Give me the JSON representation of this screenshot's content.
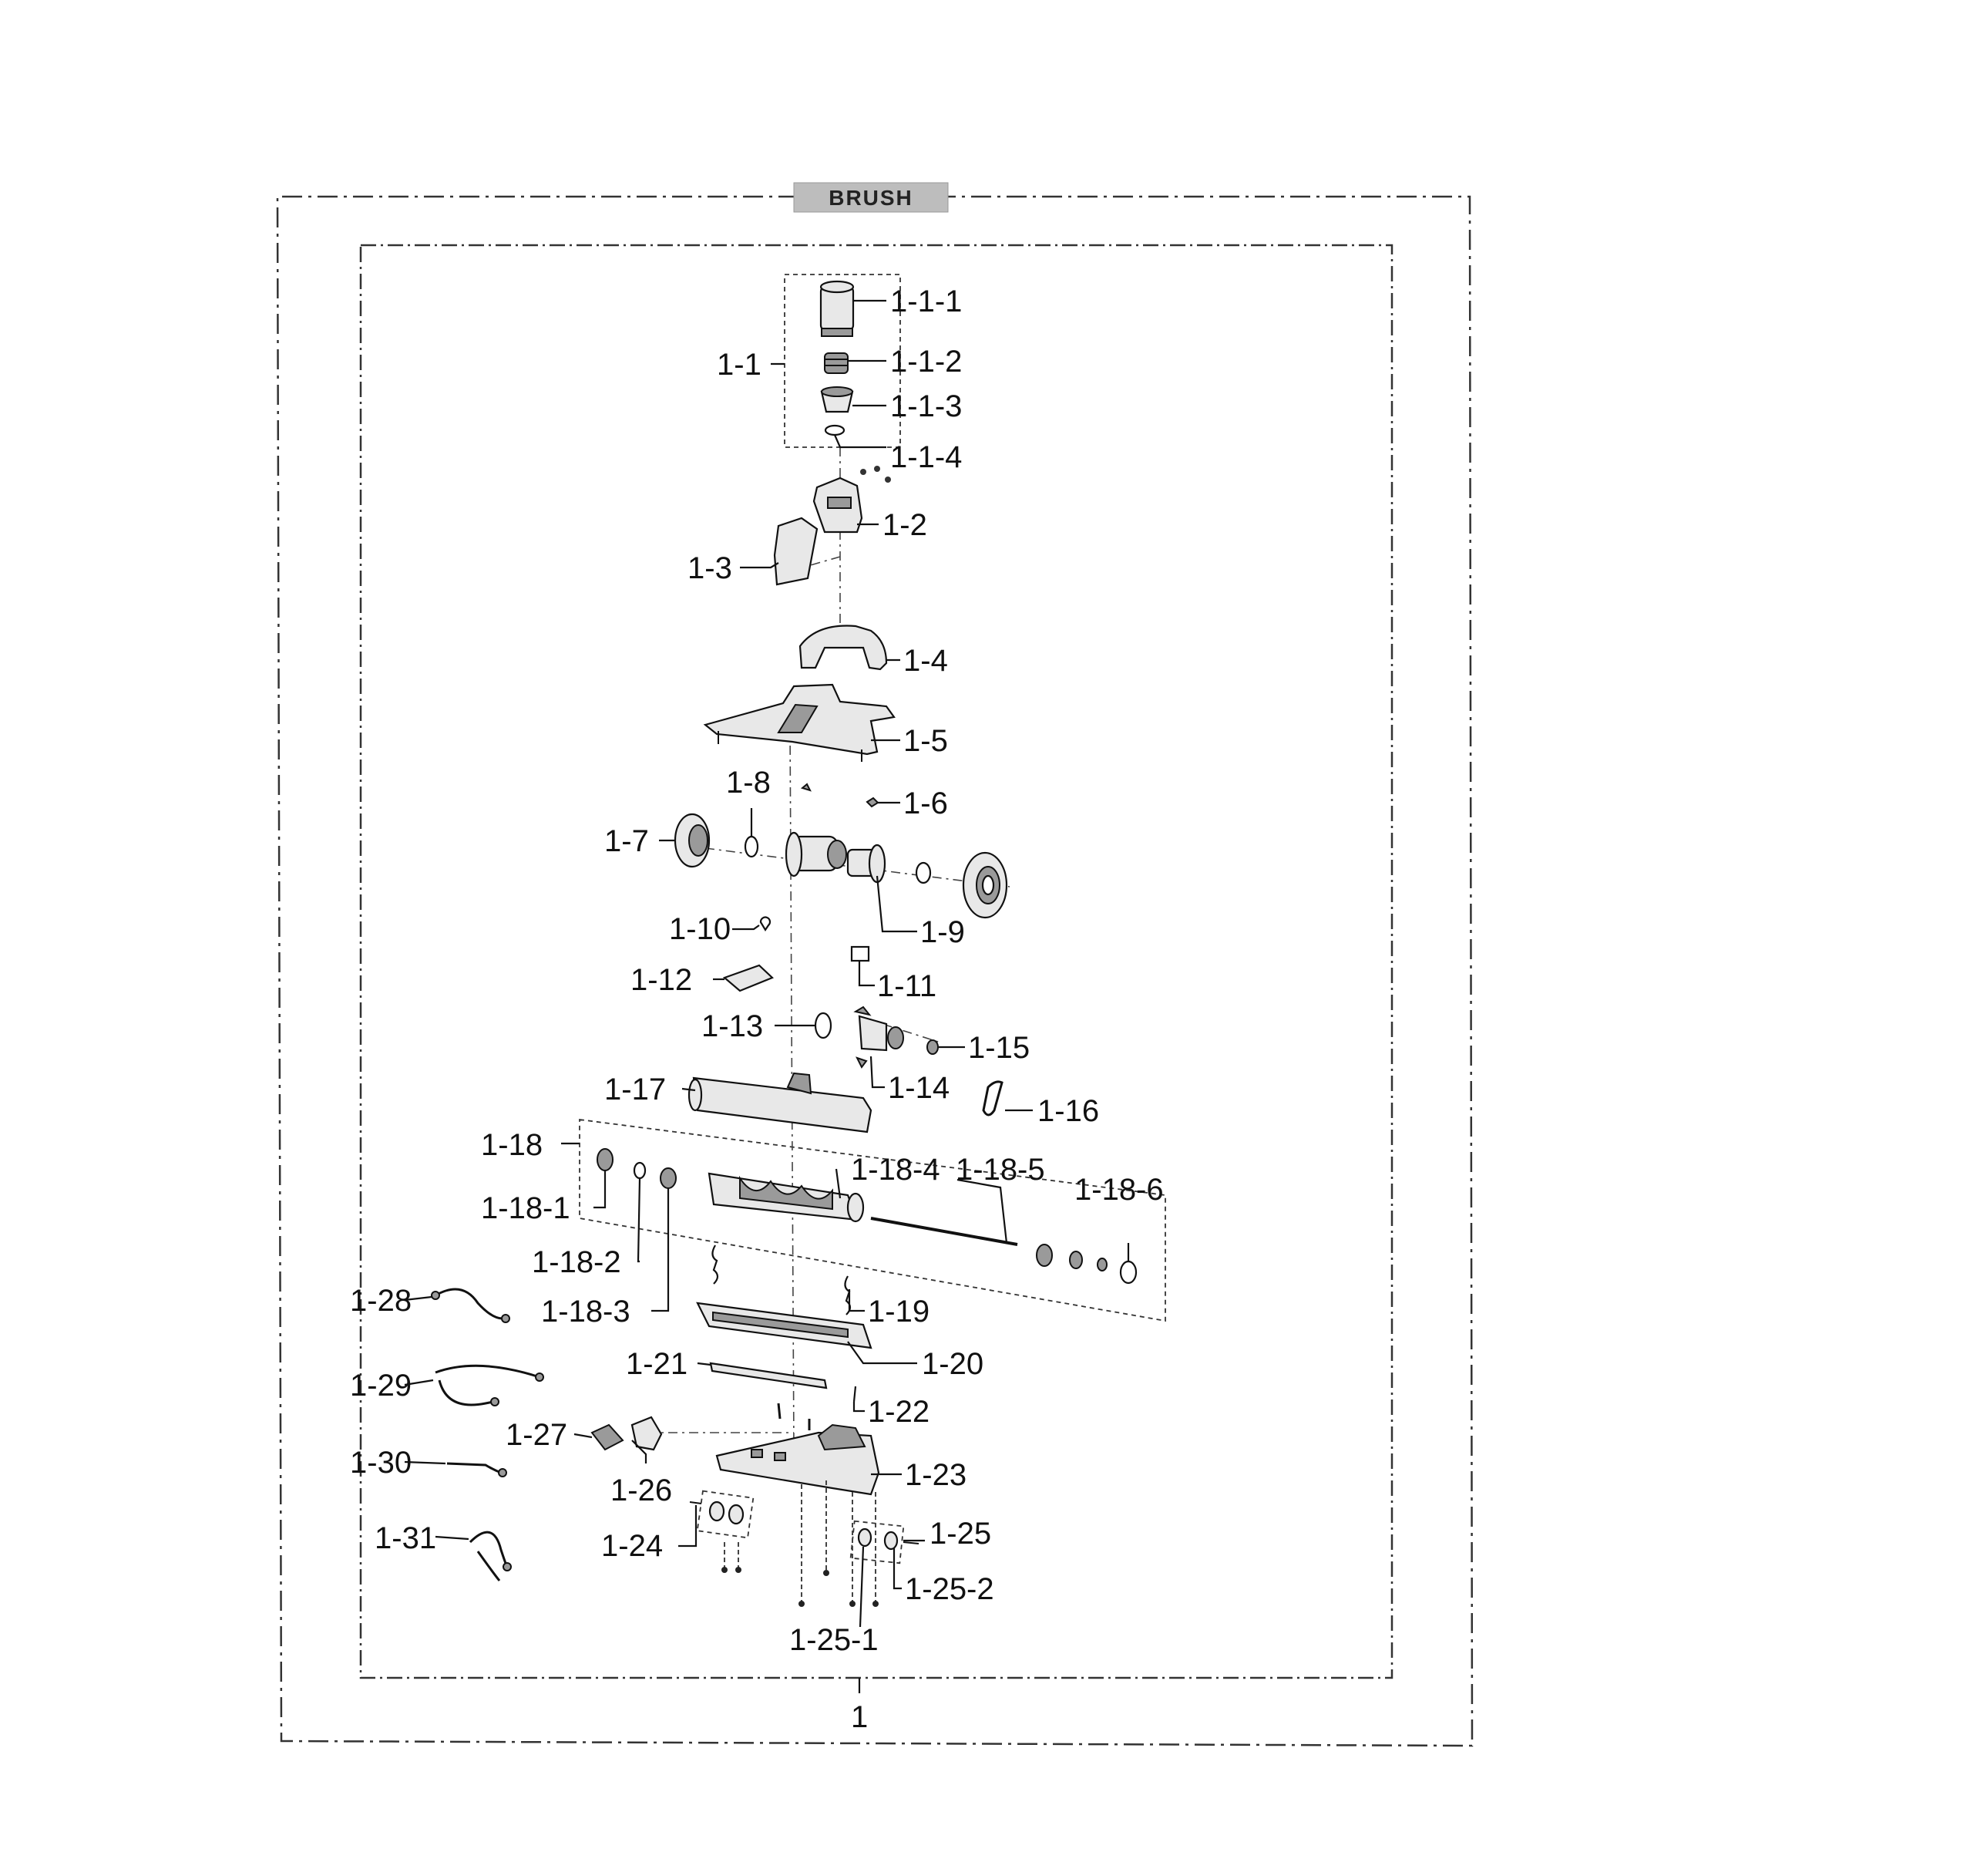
{
  "title": "BRUSH",
  "assembly_label": "1",
  "callouts": {
    "c_1_1": "1-1",
    "c_1_1_1": "1-1-1",
    "c_1_1_2": "1-1-2",
    "c_1_1_3": "1-1-3",
    "c_1_1_4": "1-1-4",
    "c_1_2": "1-2",
    "c_1_3": "1-3",
    "c_1_4": "1-4",
    "c_1_5": "1-5",
    "c_1_6": "1-6",
    "c_1_7": "1-7",
    "c_1_8": "1-8",
    "c_1_9": "1-9",
    "c_1_10": "1-10",
    "c_1_11": "1-11",
    "c_1_12": "1-12",
    "c_1_13": "1-13",
    "c_1_14": "1-14",
    "c_1_15": "1-15",
    "c_1_16": "1-16",
    "c_1_17": "1-17",
    "c_1_18": "1-18",
    "c_1_18_1": "1-18-1",
    "c_1_18_2": "1-18-2",
    "c_1_18_3": "1-18-3",
    "c_1_18_4": "1-18-4",
    "c_1_18_5": "1-18-5",
    "c_1_18_6": "1-18-6",
    "c_1_19": "1-19",
    "c_1_20": "1-20",
    "c_1_21": "1-21",
    "c_1_22": "1-22",
    "c_1_23": "1-23",
    "c_1_24": "1-24",
    "c_1_25": "1-25",
    "c_1_25_1": "1-25-1",
    "c_1_25_2": "1-25-2",
    "c_1_26": "1-26",
    "c_1_27": "1-27",
    "c_1_28": "1-28",
    "c_1_29": "1-29",
    "c_1_30": "1-30",
    "c_1_31": "1-31"
  }
}
